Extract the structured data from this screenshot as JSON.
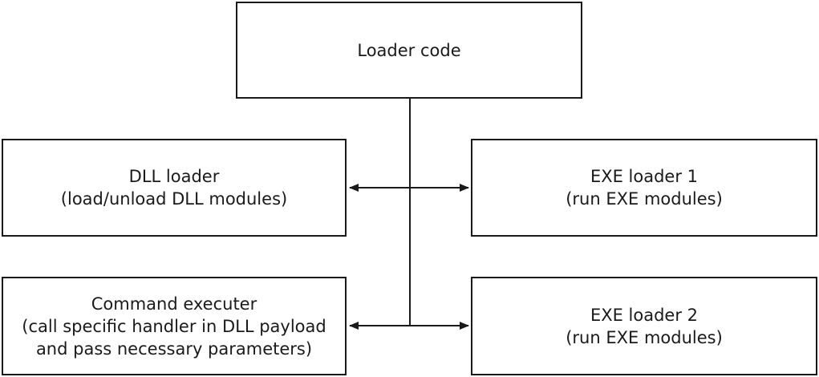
{
  "diagram": {
    "nodes": {
      "loader_code": {
        "lines": [
          "Loader code"
        ]
      },
      "dll_loader": {
        "lines": [
          "DLL loader",
          "(load/unload DLL modules)"
        ]
      },
      "exe_loader_1": {
        "lines": [
          "EXE loader 1",
          "(run EXE modules)"
        ]
      },
      "command_executer": {
        "lines": [
          "Command executer",
          "(call specific handler in DLL payload",
          "and pass necessary parameters)"
        ]
      },
      "exe_loader_2": {
        "lines": [
          "EXE loader 2",
          "(run EXE modules)"
        ]
      }
    },
    "edges": [
      {
        "from": "loader_code",
        "to": "dll_loader",
        "arrow": "end"
      },
      {
        "from": "loader_code",
        "to": "exe_loader_1",
        "arrow": "end"
      },
      {
        "from": "loader_code",
        "to": "command_executer",
        "arrow": "end"
      },
      {
        "from": "loader_code",
        "to": "exe_loader_2",
        "arrow": "end"
      }
    ],
    "colors": {
      "stroke": "#1a1a1a",
      "background": "#ffffff"
    }
  }
}
